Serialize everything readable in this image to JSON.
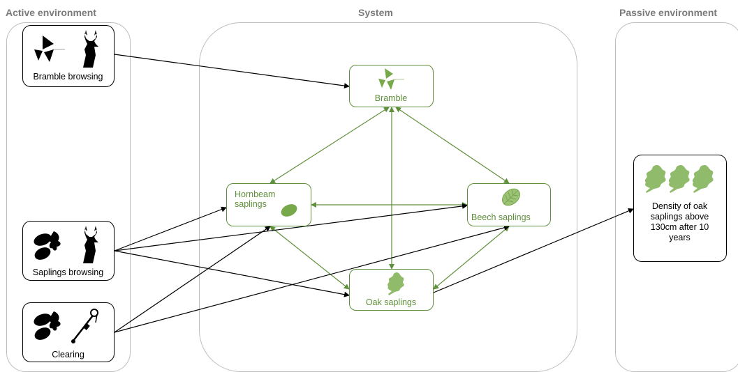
{
  "columns": {
    "active": "Active environment",
    "system": "System",
    "passive": "Passive environment"
  },
  "active_nodes": {
    "bramble_browsing": "Bramble browsing",
    "saplings_browsing": "Saplings browsing",
    "clearing": "Clearing"
  },
  "system_nodes": {
    "bramble": "Bramble",
    "hornbeam_line1": "Hornbeam",
    "hornbeam_line2": "saplings",
    "beech": "Beech saplings",
    "oak": "Oak saplings"
  },
  "passive_node": {
    "line1": "Density of oak",
    "line2": "saplings above",
    "line3": "130cm after 10",
    "line4": "years"
  },
  "colors": {
    "system_green": "#5e8f3a",
    "leaf_green": "#77a94a",
    "panel_border": "#bdbdbd",
    "title_gray": "#7a7a7a"
  },
  "icons": [
    "bramble-leaf-icon",
    "roe-deer-icon",
    "beech-leaf-icon",
    "oak-leaf-icon",
    "brush-cutter-icon",
    "hornbeam-leaf-icon"
  ]
}
